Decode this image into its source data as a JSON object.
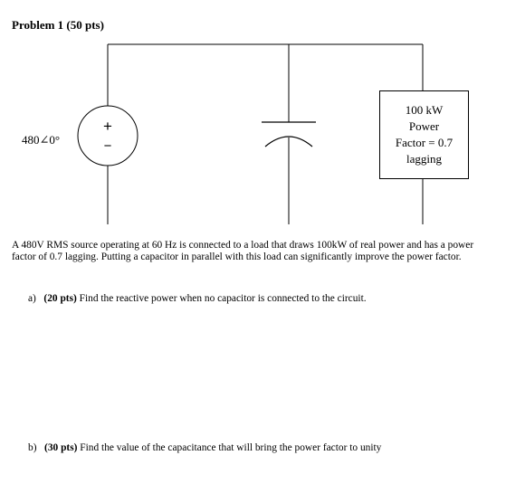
{
  "problem": {
    "title": "Problem 1 (50 pts)"
  },
  "circuit": {
    "source_label": "480∠0°",
    "source_plus": "+",
    "source_minus": "−",
    "load": {
      "line1": "100 kW",
      "line2": "Power",
      "line3": "Factor = 0.7",
      "line4": "lagging"
    }
  },
  "description": "A 480V RMS source operating at 60 Hz is connected to a load that draws 100kW of real power and has a power factor of 0.7 lagging. Putting a capacitor in parallel with this load can significantly improve the power factor.",
  "questions": [
    {
      "label": "a)",
      "points": "(20 pts)",
      "text": "Find the reactive power when no capacitor is connected to the circuit."
    },
    {
      "label": "b)",
      "points": "(30 pts)",
      "text": "Find the value of the capacitance that will bring the power factor to unity"
    }
  ]
}
